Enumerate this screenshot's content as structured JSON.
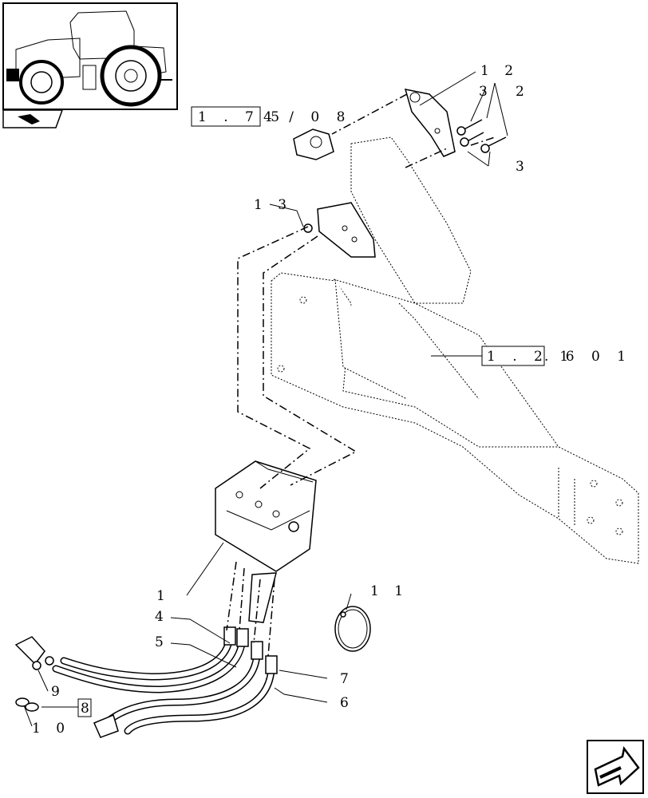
{
  "diagram": {
    "refs": {
      "a": {
        "box": "1 . 7 5",
        "suffix": "4 / 0 8"
      },
      "b": {
        "box": "1 . 2 1",
        "suffix": ". 6   0 1"
      },
      "c": {
        "box": "8"
      }
    },
    "callouts": [
      "1",
      "2",
      "3",
      "3",
      "4",
      "5",
      "6",
      "7",
      "9",
      "1 0",
      "1 1",
      "1 2",
      "1 3"
    ]
  }
}
